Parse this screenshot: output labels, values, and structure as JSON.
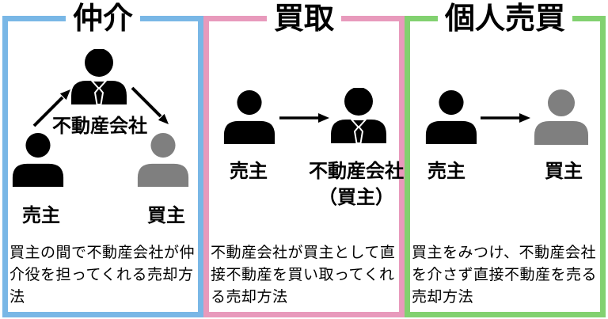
{
  "panels": [
    {
      "title": "仲介",
      "accent_color": "#79b7e6",
      "company_label": "不動産会社",
      "seller_label": "売主",
      "buyer_label": "買主",
      "description_lines": [
        "買主の間で不動産会社が仲",
        "介役を担ってくれる売却方",
        "法"
      ]
    },
    {
      "title": "買取",
      "accent_color": "#e89abc",
      "seller_label": "売主",
      "company_label": "不動産会社",
      "company_sub_label": "（買主）",
      "description_lines": [
        "不動産会社が買主として直",
        "接不動産を買い取ってくれ",
        "る売却方法"
      ]
    },
    {
      "title": "個人売買",
      "accent_color": "#82d170",
      "seller_label": "売主",
      "buyer_label": "買主",
      "description_lines": [
        "買主をみつけ、不動産会社",
        "を介さず直接不動産を売る",
        "売却方法"
      ]
    }
  ],
  "icon_colors": {
    "person_black": "#000000",
    "person_gray": "#7f7f7f",
    "arrow_black": "#000000"
  }
}
